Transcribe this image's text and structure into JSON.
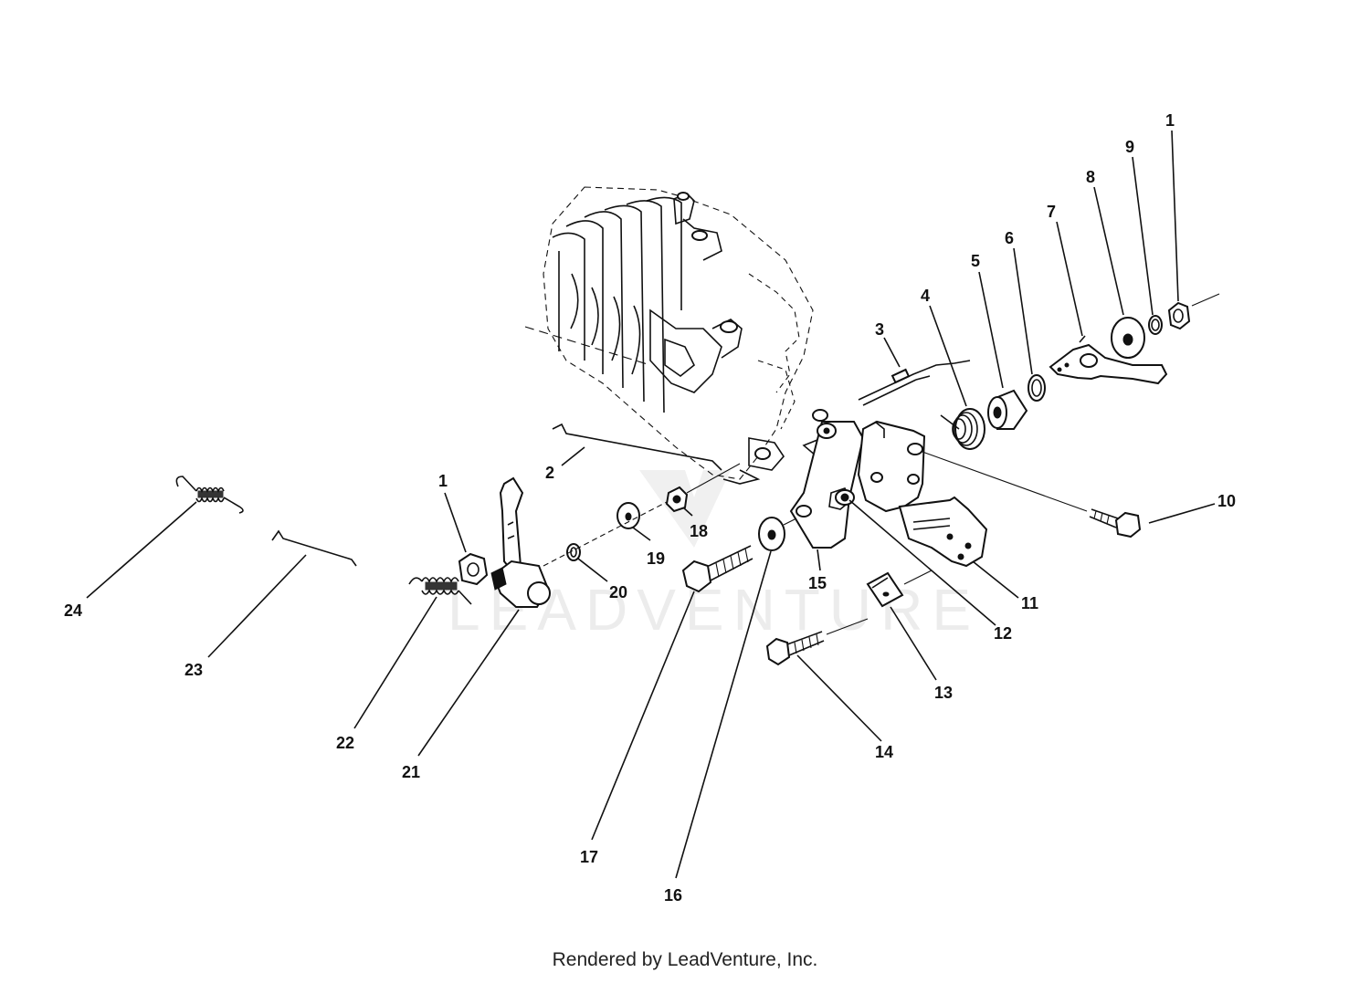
{
  "watermark": "LEADVENTURE",
  "credit": "Rendered by LeadVenture, Inc.",
  "callouts": [
    {
      "key": "c1a",
      "label": "1"
    },
    {
      "key": "c9",
      "label": "9"
    },
    {
      "key": "c8",
      "label": "8"
    },
    {
      "key": "c7",
      "label": "7"
    },
    {
      "key": "c6",
      "label": "6"
    },
    {
      "key": "c5",
      "label": "5"
    },
    {
      "key": "c4",
      "label": "4"
    },
    {
      "key": "c3",
      "label": "3"
    },
    {
      "key": "c10",
      "label": "10"
    },
    {
      "key": "c2",
      "label": "2"
    },
    {
      "key": "c1b",
      "label": "1"
    },
    {
      "key": "c18",
      "label": "18"
    },
    {
      "key": "c19",
      "label": "19"
    },
    {
      "key": "c20",
      "label": "20"
    },
    {
      "key": "c15",
      "label": "15"
    },
    {
      "key": "c11",
      "label": "11"
    },
    {
      "key": "c12",
      "label": "12"
    },
    {
      "key": "c13",
      "label": "13"
    },
    {
      "key": "c14",
      "label": "14"
    },
    {
      "key": "c24",
      "label": "24"
    },
    {
      "key": "c23",
      "label": "23"
    },
    {
      "key": "c22",
      "label": "22"
    },
    {
      "key": "c21",
      "label": "21"
    },
    {
      "key": "c17",
      "label": "17"
    },
    {
      "key": "c16",
      "label": "16"
    }
  ]
}
